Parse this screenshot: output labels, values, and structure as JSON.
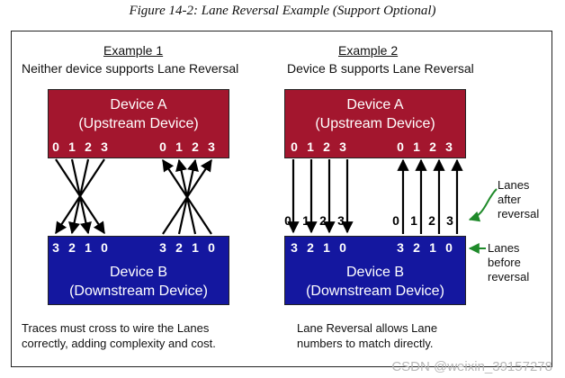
{
  "caption": "Figure 14-2: Lane Reversal Example (Support Optional)",
  "example1": {
    "title": "Example 1",
    "subtitle": "Neither device supports Lane Reversal",
    "device_a": {
      "name": "Device A",
      "role": "(Upstream Device)"
    },
    "device_b": {
      "name": "Device B",
      "role": "(Downstream Device)"
    },
    "a_lanes_left": [
      "0",
      "1",
      "2",
      "3"
    ],
    "a_lanes_right": [
      "0",
      "1",
      "2",
      "3"
    ],
    "b_lanes_left": [
      "3",
      "2",
      "1",
      "0"
    ],
    "b_lanes_right": [
      "3",
      "2",
      "1",
      "0"
    ],
    "note": [
      "Traces must cross to wire the Lanes",
      "correctly, adding complexity and cost."
    ]
  },
  "example2": {
    "title": "Example 2",
    "subtitle": "Device B supports Lane Reversal",
    "device_a": {
      "name": "Device A",
      "role": "(Upstream Device)"
    },
    "device_b": {
      "name": "Device B",
      "role": "(Downstream Device)"
    },
    "a_lanes_left": [
      "0",
      "1",
      "2",
      "3"
    ],
    "a_lanes_right": [
      "0",
      "1",
      "2",
      "3"
    ],
    "after_left": [
      "0",
      "1",
      "2",
      "3"
    ],
    "after_right": [
      "0",
      "1",
      "2",
      "3"
    ],
    "b_lanes_left": [
      "3",
      "2",
      "1",
      "0"
    ],
    "b_lanes_right": [
      "3",
      "2",
      "1",
      "0"
    ],
    "note": [
      "Lane Reversal allows Lane",
      "numbers to match directly."
    ]
  },
  "labels": {
    "after": [
      "Lanes",
      "after",
      "reversal"
    ],
    "before": [
      "Lanes",
      "before",
      "reversal"
    ]
  },
  "colors": {
    "device_a": "#a3162e",
    "device_b": "#14179f",
    "arrow_green": "#1f8a2a"
  },
  "watermark": "CSDN @weixin_39157278"
}
